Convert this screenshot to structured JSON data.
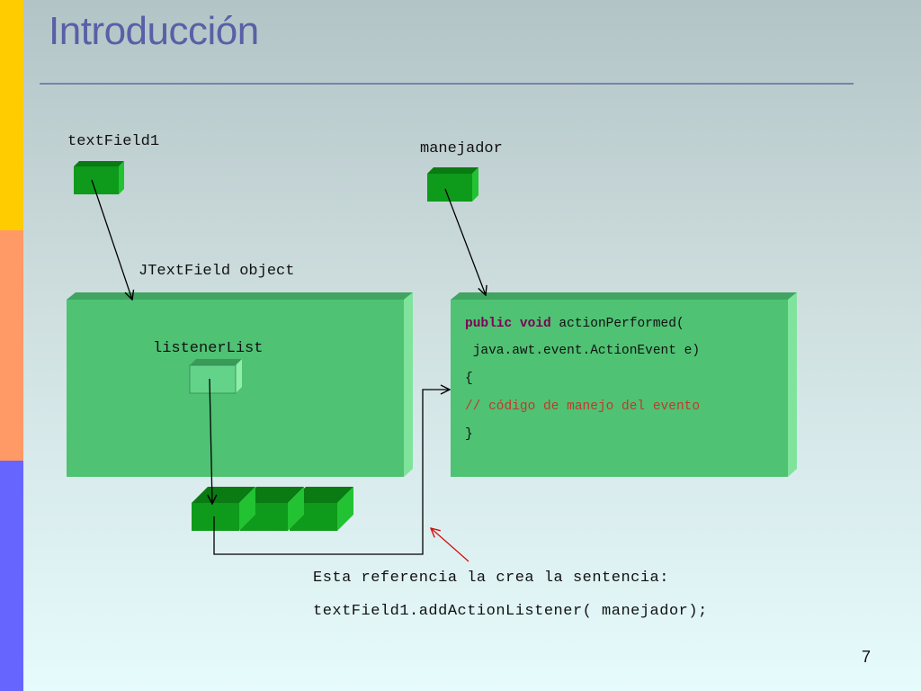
{
  "slide": {
    "title": "Introducción",
    "page_number": "7"
  },
  "diagram": {
    "textfield_label": "textField1",
    "manejador_label": "manejador",
    "jtextfield_label": "JTextField object",
    "listenerlist_label": "listenerList",
    "code": {
      "kw_public": "public",
      "kw_void": "void",
      "line1_rest": " actionPerformed(",
      "line2": " java.awt.event.ActionEvent e)",
      "line3": "{",
      "line4": "// código de manejo del evento",
      "line5": "}"
    },
    "note_line1": "Esta referencia la crea la sentencia:",
    "note_line2": "textField1.addActionListener( manejador);"
  },
  "colors": {
    "box_green": "#4fc274",
    "cube_green": "#0e9a1a",
    "accent_title": "#5b5fa6",
    "arrow_red": "#d01010"
  }
}
